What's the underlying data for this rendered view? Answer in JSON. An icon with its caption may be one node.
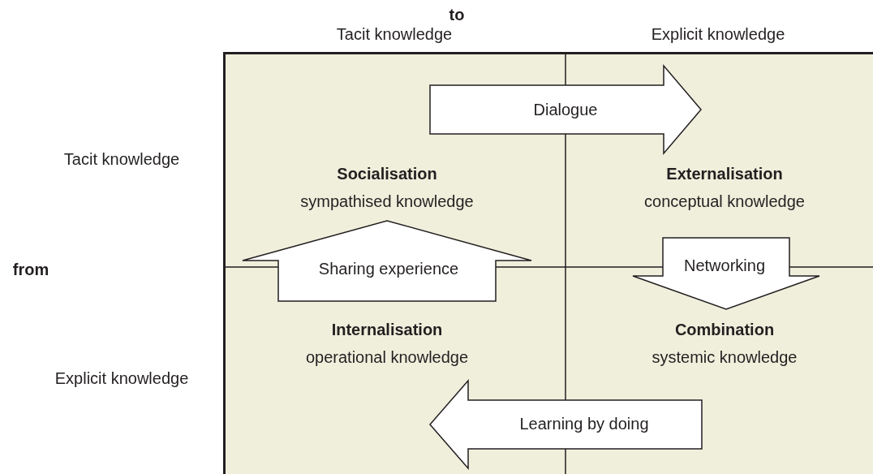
{
  "diagram": {
    "nodes": [
      {
        "text": [
          "Socialisation",
          "sympathised knowledge"
        ]
      },
      {
        "text": [
          "Externalisation",
          "conceptual knowledge"
        ]
      },
      {
        "text": [
          "Internalisation",
          "operational knowledge"
        ]
      },
      {
        "text": [
          "Combination",
          "systemic knowledge"
        ]
      }
    ],
    "edges": [
      {
        "from": 0,
        "to": 1,
        "arrow": "to",
        "label": "Dialogue"
      },
      {
        "from": 2,
        "to": 0,
        "arrow": "to",
        "label": "Sharing experience"
      },
      {
        "from": 1,
        "to": 3,
        "arrow": "to",
        "label": "Networking"
      },
      {
        "from": 3,
        "to": 2,
        "arrow": "to",
        "label": "Learning by doing"
      }
    ],
    "labels": [
      "to",
      "Tacit knowledge",
      "Explicit knowledge",
      "Tacit knowledge",
      "from",
      "Explicit knowledge"
    ]
  }
}
